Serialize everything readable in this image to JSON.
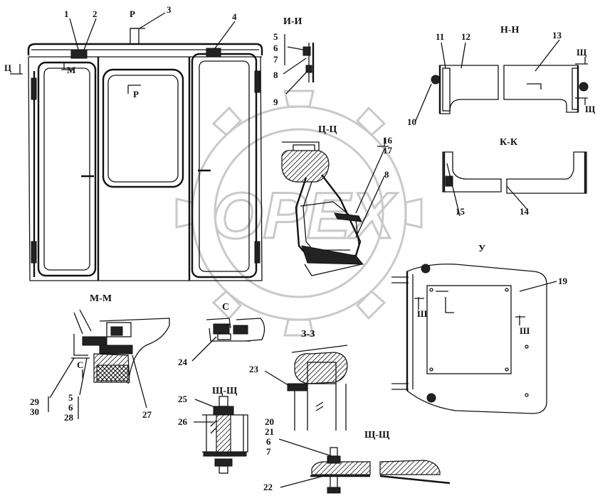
{
  "watermark": {
    "text": "OPEX"
  },
  "section_titles": {
    "ii": "И-И",
    "nn": "Н-Н",
    "tsts": "Ц-Ц",
    "kk": "К-К",
    "u": "У",
    "mm": "М-М",
    "s": "С",
    "zz": "З-З",
    "shch1": "Щ-Щ",
    "shch2": "Щ-Щ"
  },
  "section_marks": {
    "p_top": "Р",
    "p_mid": "Р",
    "ts_left": "Ц",
    "m_left": "М",
    "shch_right_top": "Щ",
    "shch_right_bottom": "Щ",
    "shch_u": "Ш",
    "c_mm": "С"
  },
  "callouts": {
    "c1": "1",
    "c2": "2",
    "c3": "3",
    "c4": "4",
    "c5": "5",
    "c6": "6",
    "c7": "7",
    "c8": "8",
    "c9": "9",
    "c10": "10",
    "c11": "11",
    "c12": "12",
    "c13": "13",
    "c14": "14",
    "c15": "15",
    "c16": "16",
    "c17": "17",
    "c8b": "8",
    "c19": "19",
    "c23": "23",
    "c24": "24",
    "c25": "25",
    "c26": "26",
    "c27": "27",
    "c28": "28",
    "c29": "29",
    "c30": "30",
    "c5b": "5",
    "c6b": "6",
    "c20": "20",
    "c21": "21",
    "c6c": "6",
    "c7c": "7",
    "c22": "22"
  }
}
